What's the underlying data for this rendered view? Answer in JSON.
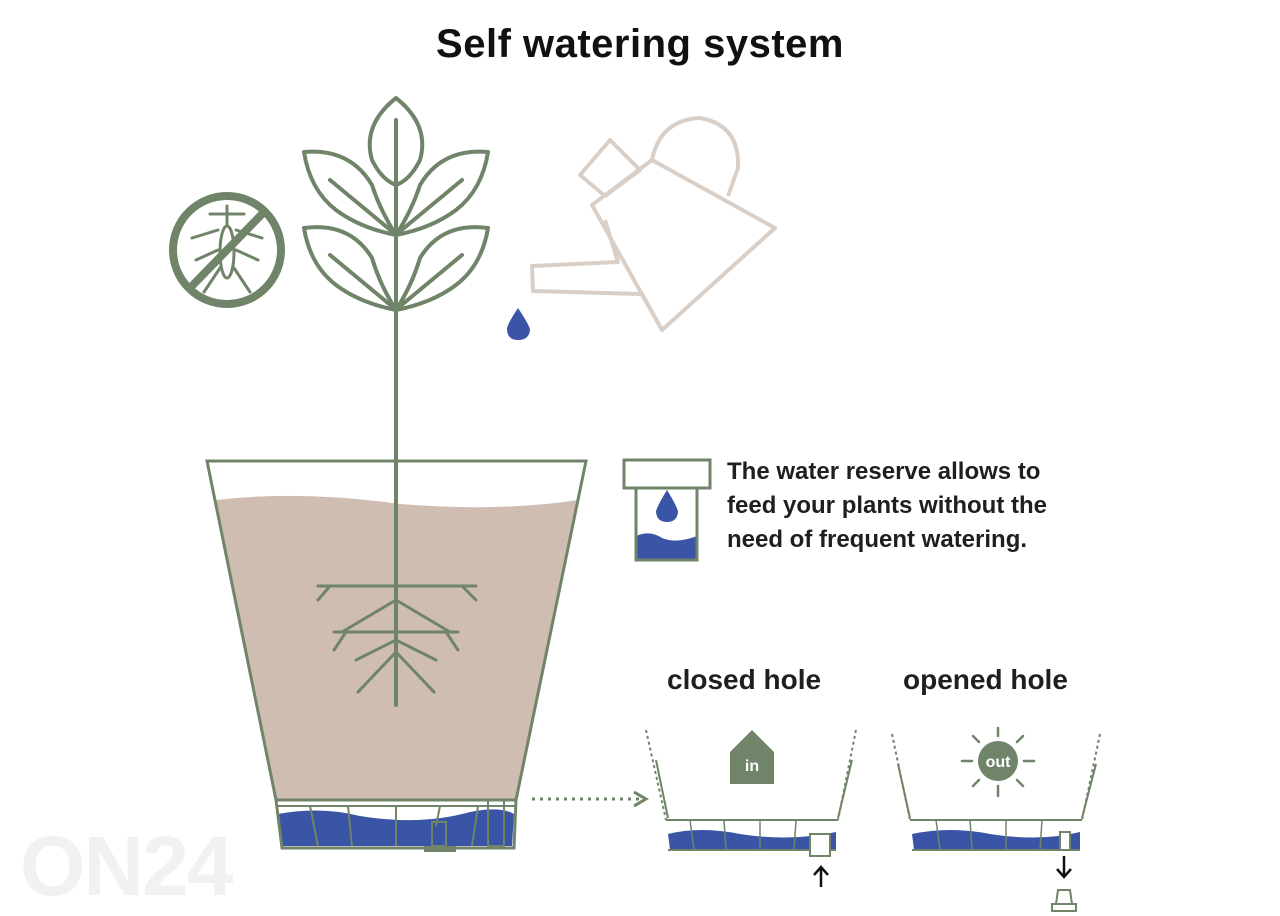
{
  "title": "Self watering system",
  "description": {
    "line1": "The water reserve allows to",
    "line2": "feed your plants without the",
    "line3": "need of frequent watering."
  },
  "labels": {
    "closed_hole": "closed hole",
    "opened_hole": "opened hole",
    "in": "in",
    "out": "out"
  },
  "watermark": "ON24",
  "colors": {
    "plant_green": "#6f8468",
    "soil": "#cfbdb1",
    "water_blue": "#3a55a6",
    "can_outline": "#d9cfc7"
  },
  "icons": [
    "no-mosquito-icon",
    "plant-icon",
    "watering-can-icon",
    "water-drop-icon",
    "water-reserve-pot-icon",
    "house-icon",
    "sun-icon",
    "arrow-up-icon",
    "arrow-down-icon",
    "dotted-arrow-icon"
  ]
}
